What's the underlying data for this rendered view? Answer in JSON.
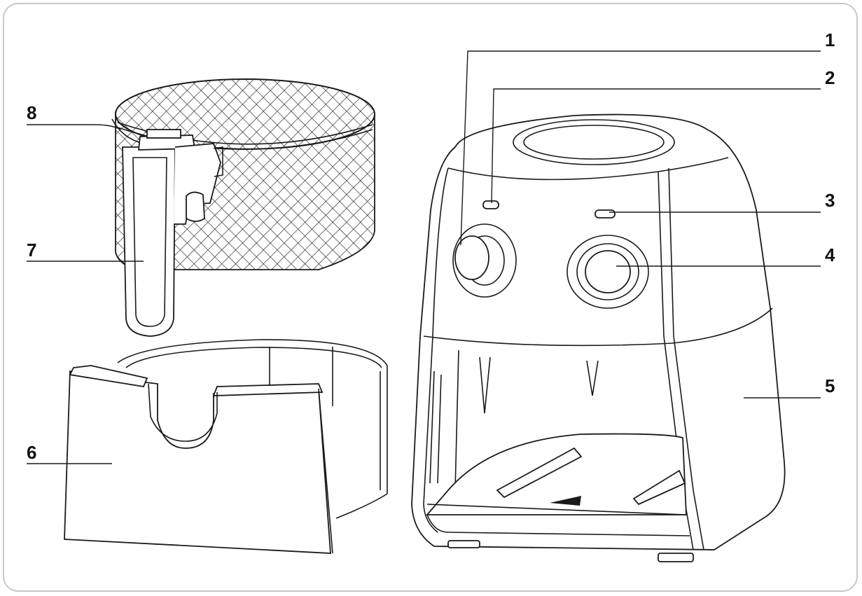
{
  "callouts": [
    {
      "id": "1",
      "label": "1"
    },
    {
      "id": "2",
      "label": "2"
    },
    {
      "id": "3",
      "label": "3"
    },
    {
      "id": "4",
      "label": "4"
    },
    {
      "id": "5",
      "label": "5"
    },
    {
      "id": "6",
      "label": "6"
    },
    {
      "id": "7",
      "label": "7"
    },
    {
      "id": "8",
      "label": "8"
    }
  ],
  "colors": {
    "line": "#1a1a1a",
    "frame": "#c8c8c8",
    "background": "#ffffff"
  }
}
